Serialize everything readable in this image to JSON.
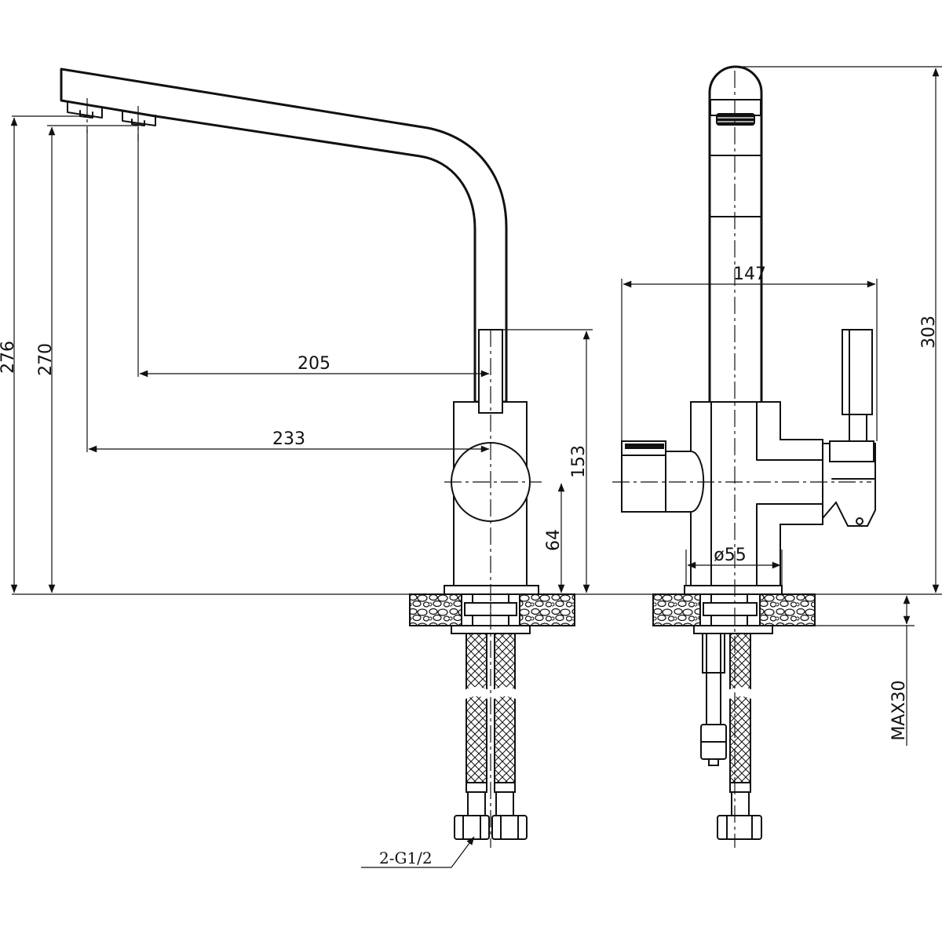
{
  "dimensions": {
    "reach_inner": "205",
    "reach_outer": "233",
    "height_276": "276",
    "height_270": "270",
    "body_height": "153",
    "axis_height": "64",
    "width_147": "147",
    "total_height": "303",
    "base_diameter": "ø55",
    "counter_thickness": "MAX30"
  },
  "notes": {
    "thread": "2-G1/2"
  }
}
